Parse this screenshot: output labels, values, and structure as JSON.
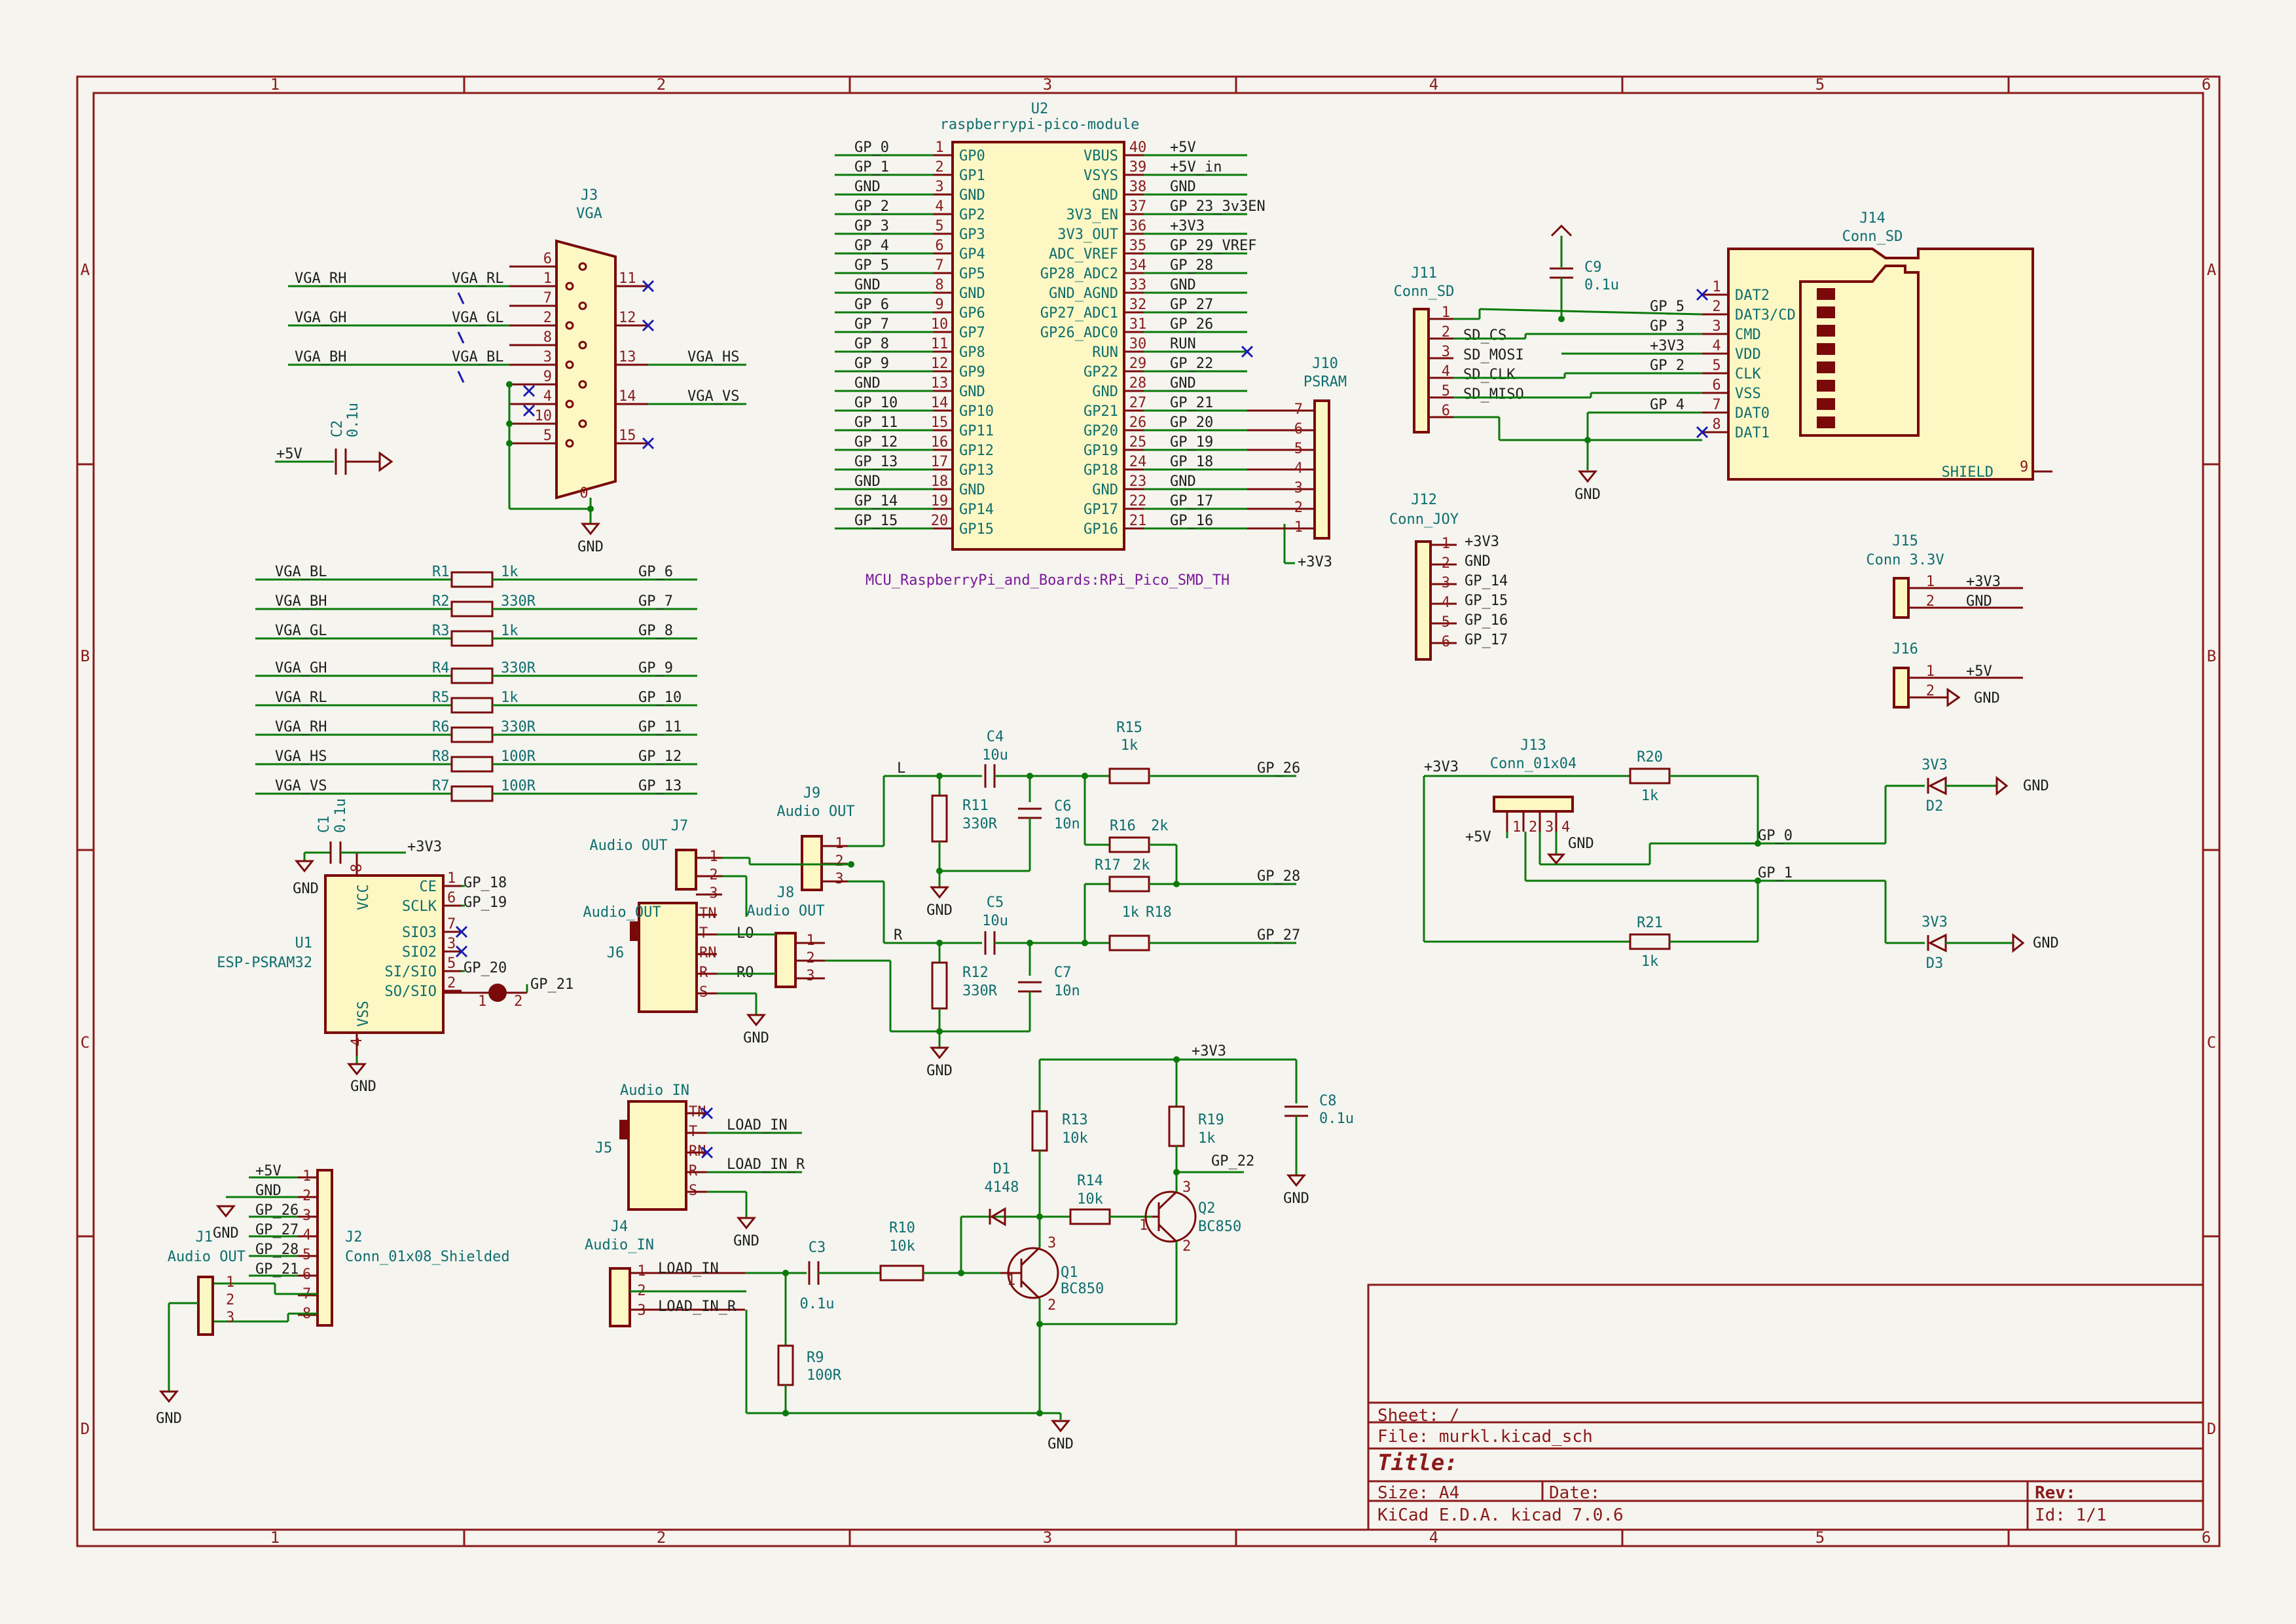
{
  "border": {
    "columns": [
      "1",
      "2",
      "3",
      "4",
      "5",
      "6"
    ],
    "rows": [
      "A",
      "B",
      "C",
      "D"
    ]
  },
  "title_block": {
    "sheet": "Sheet: /",
    "file": "File: murkl.kicad_sch",
    "title": "Title:",
    "size": "Size: A4",
    "date": "Date:",
    "rev": "Rev:",
    "tool": "KiCad E.D.A.  kicad 7.0.6",
    "id": "Id: 1/1"
  },
  "colors": {
    "frame": "#8b1a1a",
    "wire": "#0a7a0a",
    "body": "#fdf7c4",
    "ref": "#0e6e6e",
    "nc": "#1a1ab0"
  },
  "u2": {
    "ref": "U2",
    "value": "raspberrypi-pico-module",
    "footprint": "MCU_RaspberryPi_and_Boards:RPi_Pico_SMD_TH",
    "left_pins": [
      {
        "net": "GP_0",
        "num": "1",
        "name": "GP0"
      },
      {
        "net": "GP_1",
        "num": "2",
        "name": "GP1"
      },
      {
        "net": "GND",
        "num": "3",
        "name": "GND"
      },
      {
        "net": "GP_2",
        "num": "4",
        "name": "GP2"
      },
      {
        "net": "GP_3",
        "num": "5",
        "name": "GP3"
      },
      {
        "net": "GP_4",
        "num": "6",
        "name": "GP4"
      },
      {
        "net": "GP_5",
        "num": "7",
        "name": "GP5"
      },
      {
        "net": "GND",
        "num": "8",
        "name": "GND"
      },
      {
        "net": "GP_6",
        "num": "9",
        "name": "GP6"
      },
      {
        "net": "GP_7",
        "num": "10",
        "name": "GP7"
      },
      {
        "net": "GP_8",
        "num": "11",
        "name": "GP8"
      },
      {
        "net": "GP_9",
        "num": "12",
        "name": "GP9"
      },
      {
        "net": "GND",
        "num": "13",
        "name": "GND"
      },
      {
        "net": "GP_10",
        "num": "14",
        "name": "GP10"
      },
      {
        "net": "GP_11",
        "num": "15",
        "name": "GP11"
      },
      {
        "net": "GP_12",
        "num": "16",
        "name": "GP12"
      },
      {
        "net": "GP_13",
        "num": "17",
        "name": "GP13"
      },
      {
        "net": "GND",
        "num": "18",
        "name": "GND"
      },
      {
        "net": "GP_14",
        "num": "19",
        "name": "GP14"
      },
      {
        "net": "GP_15",
        "num": "20",
        "name": "GP15"
      }
    ],
    "right_pins": [
      {
        "net": "+5V",
        "num": "40",
        "name": "VBUS"
      },
      {
        "net": "+5V_in",
        "num": "39",
        "name": "VSYS"
      },
      {
        "net": "GND",
        "num": "38",
        "name": "GND"
      },
      {
        "net": "GP_23_3v3EN",
        "num": "37",
        "name": "3V3_EN"
      },
      {
        "net": "+3V3",
        "num": "36",
        "name": "3V3_OUT"
      },
      {
        "net": "GP_29_VREF",
        "num": "35",
        "name": "ADC_VREF"
      },
      {
        "net": "GP_28",
        "num": "34",
        "name": "GP28_ADC2"
      },
      {
        "net": "GND",
        "num": "33",
        "name": "GND_AGND"
      },
      {
        "net": "GP_27",
        "num": "32",
        "name": "GP27_ADC1"
      },
      {
        "net": "GP_26",
        "num": "31",
        "name": "GP26_ADC0"
      },
      {
        "net": "RUN",
        "num": "30",
        "name": "RUN"
      },
      {
        "net": "GP_22",
        "num": "29",
        "name": "GP22"
      },
      {
        "net": "GND",
        "num": "28",
        "name": "GND"
      },
      {
        "net": "GP_21",
        "num": "27",
        "name": "GP21"
      },
      {
        "net": "GP_20",
        "num": "26",
        "name": "GP20"
      },
      {
        "net": "GP_19",
        "num": "25",
        "name": "GP19"
      },
      {
        "net": "GP_18",
        "num": "24",
        "name": "GP18"
      },
      {
        "net": "GND",
        "num": "23",
        "name": "GND"
      },
      {
        "net": "GP_17",
        "num": "22",
        "name": "GP17"
      },
      {
        "net": "GP_16",
        "num": "21",
        "name": "GP16"
      }
    ]
  },
  "j3": {
    "ref": "J3",
    "value": "VGA",
    "left_nets": [
      "VGA_RH",
      "VGA_GH",
      "VGA_BH"
    ],
    "left_labels": [
      "VGA_RL",
      "VGA_GL",
      "VGA_BL"
    ],
    "left_pins": [
      "6",
      "1",
      "7",
      "2",
      "8",
      "3",
      "9",
      "4",
      "10",
      "5"
    ],
    "right_pins": [
      "11",
      "12",
      "13",
      "14",
      "15"
    ],
    "right_nets": [
      "VGA_HS",
      "VGA_VS"
    ],
    "shield": "0",
    "gnd": "GND"
  },
  "c2": {
    "ref": "C2",
    "value": "0.1u",
    "net": "+5V"
  },
  "resistor_bank": [
    {
      "left": "VGA_BL",
      "ref": "R1",
      "value": "1k",
      "right": "GP_6"
    },
    {
      "left": "VGA_BH",
      "ref": "R2",
      "value": "330R",
      "right": "GP_7"
    },
    {
      "left": "VGA_GL",
      "ref": "R3",
      "value": "1k",
      "right": "GP_8"
    },
    {
      "left": "VGA_GH",
      "ref": "R4",
      "value": "330R",
      "right": "GP_9"
    },
    {
      "left": "VGA_RL",
      "ref": "R5",
      "value": "1k",
      "right": "GP_10"
    },
    {
      "left": "VGA_RH",
      "ref": "R6",
      "value": "330R",
      "right": "GP_11"
    },
    {
      "left": "VGA_HS",
      "ref": "R8",
      "value": "100R",
      "right": "GP_12"
    },
    {
      "left": "VGA_VS",
      "ref": "R7",
      "value": "100R",
      "right": "GP_13"
    }
  ],
  "u1": {
    "ref": "U1",
    "value": "ESP-PSRAM32",
    "c1_ref": "C1",
    "c1_value": "0.1u",
    "vcc_net": "+3V3",
    "gnd": "GND",
    "pins": [
      {
        "num": "1",
        "name": "CE",
        "net": "GP_18"
      },
      {
        "num": "6",
        "name": "SCLK",
        "net": "GP_19"
      },
      {
        "num": "7",
        "name": "SIO3",
        "net": ""
      },
      {
        "num": "3",
        "name": "SIO2",
        "net": ""
      },
      {
        "num": "5",
        "name": "SI/SIO",
        "net": "GP_20"
      },
      {
        "num": "2",
        "name": "SO/SIO",
        "net": ""
      }
    ],
    "vcc_name": "VCC",
    "vss_name": "VSS",
    "vcc_num": "8",
    "vss_num": "4",
    "jumper_nums": [
      "1",
      "2"
    ],
    "jumper_net": "GP_21"
  },
  "j2": {
    "ref": "J2",
    "value": "Conn_01x08_Shielded",
    "nets": [
      "+5V",
      "GND",
      "GP_26",
      "GP_27",
      "GP_28",
      "GP_21",
      "",
      ""
    ],
    "pins": [
      "1",
      "2",
      "3",
      "4",
      "5",
      "6",
      "7",
      "8"
    ]
  },
  "j1": {
    "ref": "J1",
    "value": "Audio OUT",
    "pins": [
      "1",
      "2",
      "3"
    ],
    "gnd": "GND"
  },
  "j10": {
    "ref": "J10",
    "value": "PSRAM",
    "pins": [
      "7",
      "6",
      "5",
      "4",
      "3",
      "2",
      "1"
    ],
    "net": "+3V3"
  },
  "audio": {
    "j7": {
      "ref": "J7",
      "value": "Audio OUT",
      "pins": [
        "1",
        "2",
        "3"
      ]
    },
    "j9": {
      "ref": "J9",
      "value": "Audio OUT",
      "pins": [
        "1",
        "2",
        "3"
      ]
    },
    "j8": {
      "ref": "J8",
      "value": "Audio OUT",
      "pins": [
        "1",
        "2",
        "3"
      ]
    },
    "j6": {
      "ref": "J6",
      "value": "Audio_OUT",
      "pins": [
        "TN",
        "T",
        "RN",
        "R",
        "S"
      ],
      "lo": "LO",
      "ro": "RO"
    },
    "l": "L",
    "r": "R",
    "c4": {
      "ref": "C4",
      "value": "10u"
    },
    "c5": {
      "ref": "C5",
      "value": "10u"
    },
    "c6": {
      "ref": "C6",
      "value": "10n"
    },
    "c7": {
      "ref": "C7",
      "value": "10n"
    },
    "r11": {
      "ref": "R11",
      "value": "330R"
    },
    "r12": {
      "ref": "R12",
      "value": "330R"
    },
    "r15": {
      "ref": "R15",
      "value": "1k",
      "net": "GP_26"
    },
    "r16": {
      "ref": "R16",
      "value": "2k"
    },
    "r17": {
      "ref": "R17",
      "value": "2k",
      "net": "GP_28"
    },
    "r18": {
      "ref": "R18",
      "value": "1k",
      "net": "GP_27"
    },
    "gnd": "GND"
  },
  "audio_in": {
    "j5": {
      "ref": "J5",
      "value": "Audio IN",
      "pins": [
        "TN",
        "T",
        "RN",
        "R",
        "S"
      ],
      "t_net": "LOAD_IN",
      "r_net": "LOAD_IN_R"
    },
    "j4": {
      "ref": "J4",
      "value": "Audio_IN",
      "pins": [
        "1",
        "2",
        "3"
      ],
      "nets": [
        "LOAD_IN",
        "",
        "LOAD_IN_R"
      ]
    },
    "c3": {
      "ref": "C3",
      "value": "0.1u"
    },
    "r10": {
      "ref": "R10",
      "value": "10k"
    },
    "r9": {
      "ref": "R9",
      "value": "100R"
    },
    "r13": {
      "ref": "R13",
      "value": "10k"
    },
    "r14": {
      "ref": "R14",
      "value": "10k"
    },
    "r19": {
      "ref": "R19",
      "value": "1k"
    },
    "d1": {
      "ref": "D1",
      "value": "4148"
    },
    "q1": {
      "ref": "Q1",
      "value": "BC850"
    },
    "q2": {
      "ref": "Q2",
      "value": "BC850"
    },
    "c8": {
      "ref": "C8",
      "value": "0.1u"
    },
    "vcc": "+3V3",
    "gp": "GP_22",
    "gnd": "GND",
    "q_pins": [
      "1",
      "2",
      "3"
    ]
  },
  "sd": {
    "j11": {
      "ref": "J11",
      "value": "Conn_SD",
      "pins": [
        "1",
        "2",
        "3",
        "4",
        "5",
        "6"
      ],
      "nets": [
        "",
        "SD_CS",
        "SD_MOSI",
        "SD_CLK",
        "SD_MISO",
        ""
      ]
    },
    "c9": {
      "ref": "C9",
      "value": "0.1u"
    },
    "j14": {
      "ref": "J14",
      "value": "Conn_SD",
      "pins": [
        {
          "num": "1",
          "name": "DAT2",
          "net": ""
        },
        {
          "num": "2",
          "name": "DAT3/CD",
          "net": "GP_5"
        },
        {
          "num": "3",
          "name": "CMD",
          "net": "GP_3"
        },
        {
          "num": "4",
          "name": "VDD",
          "net": "+3V3"
        },
        {
          "num": "5",
          "name": "CLK",
          "net": "GP_2"
        },
        {
          "num": "6",
          "name": "VSS",
          "net": ""
        },
        {
          "num": "7",
          "name": "DAT0",
          "net": "GP_4"
        },
        {
          "num": "8",
          "name": "DAT1",
          "net": ""
        }
      ],
      "shield": "SHIELD",
      "shield_num": "9"
    },
    "gnd": "GND"
  },
  "j12": {
    "ref": "J12",
    "value": "Conn_JOY",
    "pins": [
      "1",
      "2",
      "3",
      "4",
      "5",
      "6"
    ],
    "nets": [
      "+3V3",
      "GND",
      "GP_14",
      "GP_15",
      "GP_16",
      "GP_17"
    ]
  },
  "j15": {
    "ref": "J15",
    "value": "Conn 3.3V",
    "pins": [
      "1",
      "2"
    ],
    "nets": [
      "+3V3",
      "GND"
    ]
  },
  "j16": {
    "ref": "J16",
    "pins": [
      "1",
      "2"
    ],
    "nets": [
      "+5V",
      "GND"
    ]
  },
  "j13": {
    "ref": "J13",
    "value": "Conn_01x04",
    "vcc": "+3V3",
    "p5v": "+5V",
    "gnd": "GND",
    "pins": [
      "1",
      "2",
      "3",
      "4"
    ],
    "r20": {
      "ref": "R20",
      "value": "1k"
    },
    "r21": {
      "ref": "R21",
      "value": "1k"
    },
    "d2": {
      "ref": "D2",
      "value": "3V3"
    },
    "d3": {
      "ref": "D3",
      "value": "3V3"
    },
    "gp0": "GP_0",
    "gp1": "GP_1"
  }
}
